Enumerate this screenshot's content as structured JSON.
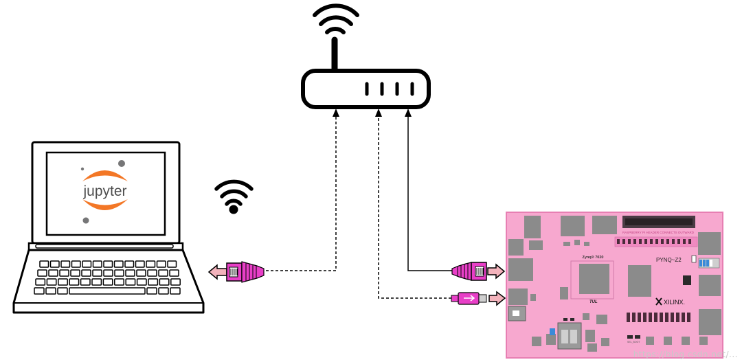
{
  "laptop": {
    "screen_logo_text": "jupyter"
  },
  "board": {
    "chip_label": "Zynq® 7020",
    "model_label": "PYNQ~Z2",
    "brand_label": "XILINX.",
    "maker_label": "TUL",
    "header_label": "RASPBERRY PI HEADER CONNECTS OUTWARD",
    "small_label": "SEL_BOOT"
  },
  "watermark": {
    "text": "https://blog.csdn.net/..."
  },
  "colors": {
    "board_fill": "#f7a8cf",
    "board_outline": "#e77fb3",
    "cable_magenta": "#e83fc7",
    "arrow_pink": "#f3b3bc",
    "jupyter_orange": "#f37726",
    "jupyter_grey": "#767677",
    "chip_grey": "#8b8b8b",
    "line_black": "#000000"
  },
  "icons": {
    "router": "router-icon",
    "router_wifi": "wifi-signal-icon",
    "laptop_wifi": "wifi-signal-icon",
    "laptop": "laptop-icon",
    "ethernet_left": "ethernet-plug-icon",
    "ethernet_right": "ethernet-plug-icon",
    "usb": "usb-plug-icon",
    "board": "pynq-board-icon"
  }
}
